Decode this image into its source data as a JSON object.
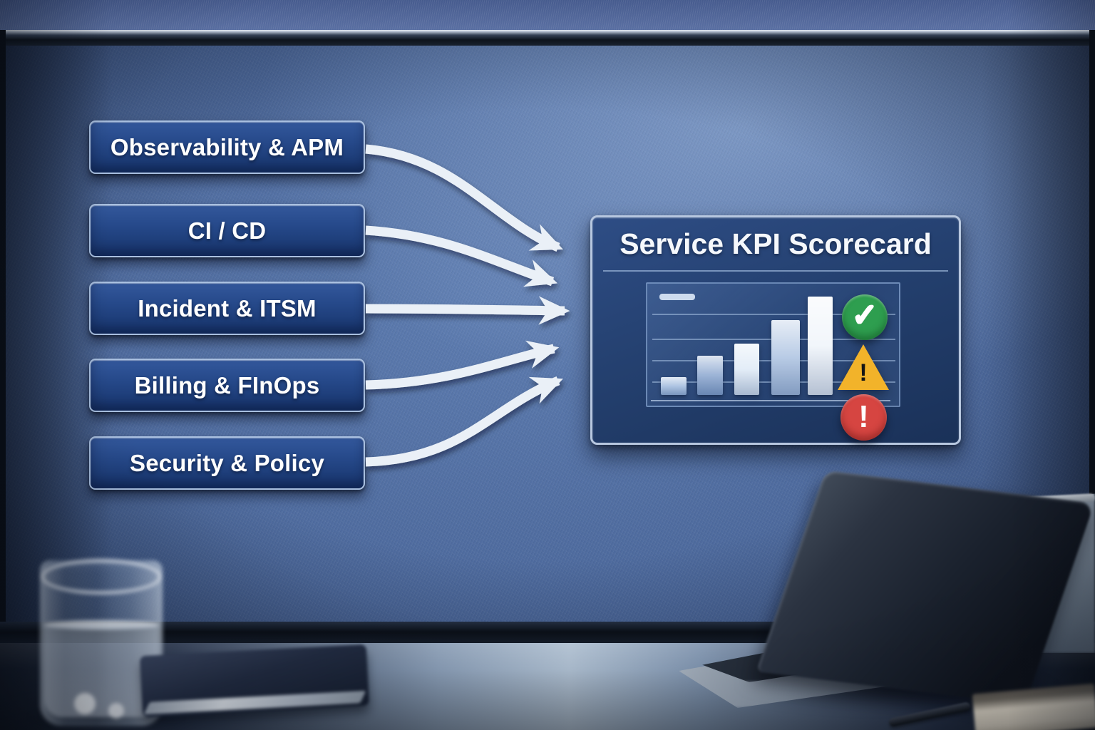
{
  "board": {
    "sources": [
      {
        "label": "Observability & APM"
      },
      {
        "label": "CI / CD"
      },
      {
        "label": "Incident & ITSM"
      },
      {
        "label": "Billing & FInOps"
      },
      {
        "label": "Security & Policy"
      }
    ],
    "scorecard": {
      "title": "Service KPI Scorecard",
      "statuses": [
        {
          "name": "ok",
          "icon": "check-circle-icon",
          "glyph": "✓",
          "color": "#2e9e4f"
        },
        {
          "name": "warning",
          "icon": "warning-triangle-icon",
          "glyph": "!",
          "color": "#f2b32a"
        },
        {
          "name": "critical",
          "icon": "error-circle-icon",
          "glyph": "!",
          "color": "#d64541"
        }
      ]
    }
  },
  "chart_data": {
    "type": "bar",
    "title": "Service KPI Scorecard",
    "categories": [
      "",
      "",
      "",
      "",
      ""
    ],
    "values": [
      18,
      40,
      52,
      76,
      100
    ],
    "xlabel": "",
    "ylabel": "",
    "ylim": [
      0,
      100
    ],
    "grid": true,
    "legend": {
      "position": "top-left",
      "entries": [
        ""
      ]
    },
    "bar_colors": [
      "#9db8dc",
      "#86a3cd",
      "#dde9f6",
      "#a9c0e0",
      "#eff4fa"
    ],
    "statuses": [
      "ok",
      "warning",
      "critical"
    ]
  },
  "colors": {
    "board_fabric": "#5a79ab",
    "node_fill": "#1f4078",
    "node_border": "#aac0e0",
    "panel_fill": "#213c6a",
    "panel_border": "#b7c7df",
    "arrow": "#eaf0f7",
    "ok_green": "#2e9e4f",
    "warn_yellow": "#f2b32a",
    "error_red": "#d64541"
  }
}
